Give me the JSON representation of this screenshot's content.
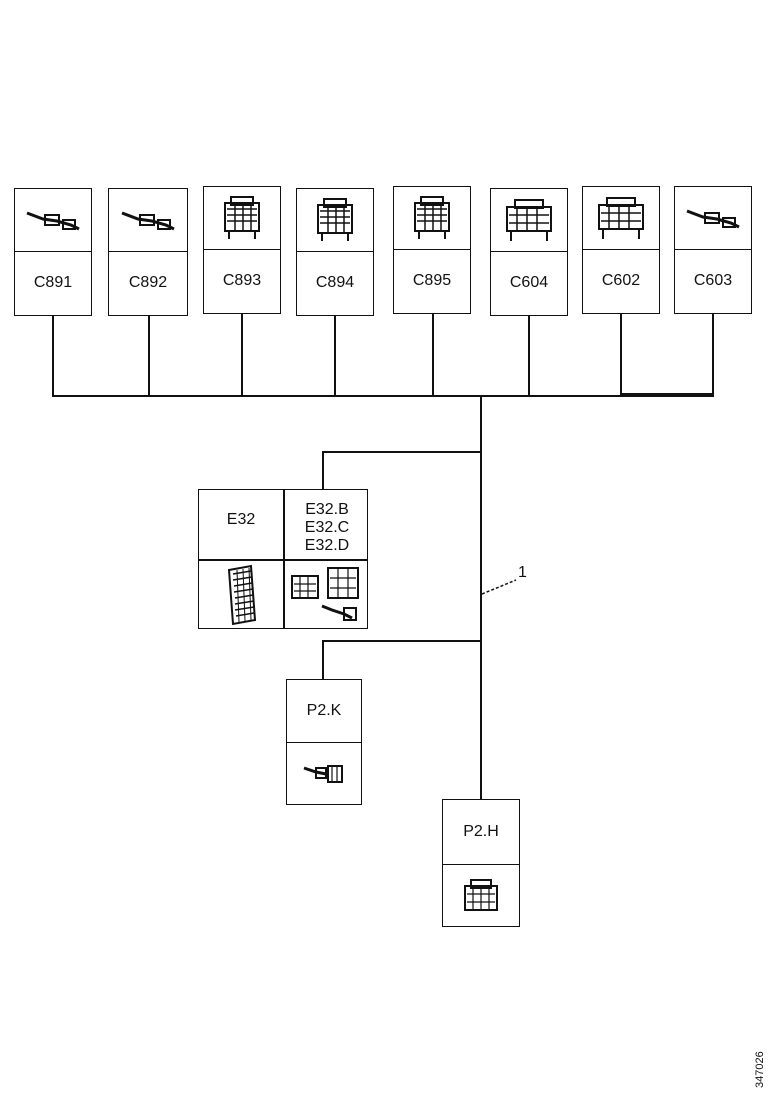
{
  "connectors_top": [
    {
      "id": "C891",
      "icon": "cable-terminal-icon"
    },
    {
      "id": "C892",
      "icon": "cable-terminal-icon"
    },
    {
      "id": "C893",
      "icon": "multipin-connector-icon"
    },
    {
      "id": "C894",
      "icon": "multipin-connector-icon"
    },
    {
      "id": "C895",
      "icon": "multipin-connector-icon"
    },
    {
      "id": "C604",
      "icon": "multipin-connector-icon"
    },
    {
      "id": "C602",
      "icon": "multipin-connector-icon"
    },
    {
      "id": "C603",
      "icon": "cable-terminal-icon"
    }
  ],
  "e32": {
    "main_label": "E32",
    "sub_labels": [
      "E32.B",
      "E32.C",
      "E32.D"
    ]
  },
  "p2k": {
    "label": "P2.K"
  },
  "p2h": {
    "label": "P2.H"
  },
  "callout": "1",
  "ref_number": "347026"
}
